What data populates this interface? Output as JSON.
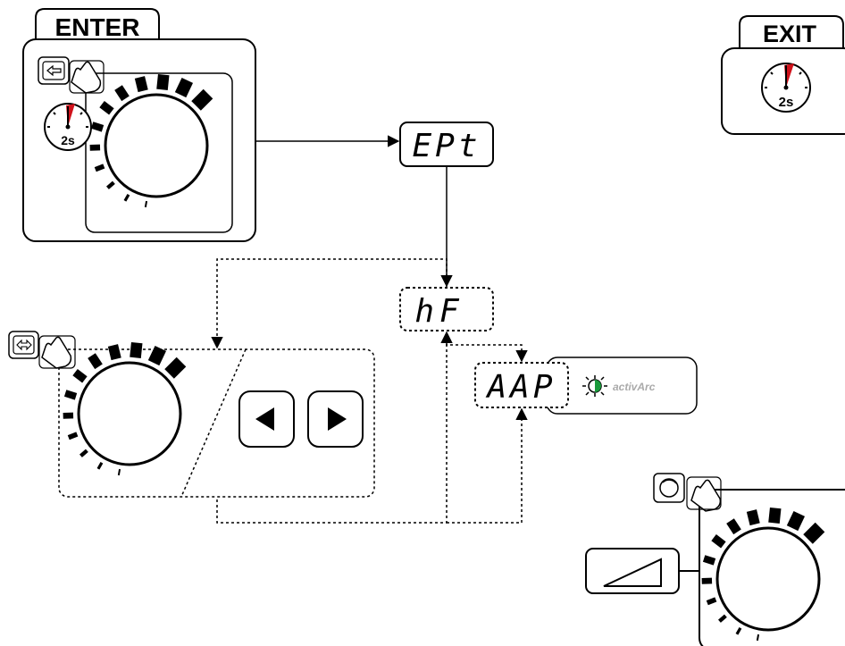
{
  "enter": {
    "title": "ENTER",
    "timer": "2s"
  },
  "exit": {
    "title": "EXIT",
    "timer": "2s"
  },
  "displays": {
    "ept": "EPt",
    "hf": "hF",
    "aap": "AAP"
  },
  "activarc": {
    "label": "activArc",
    "led_color": "#1a9a3c"
  },
  "colors": {
    "timer_hand": "#d0121b",
    "line": "#000000"
  }
}
